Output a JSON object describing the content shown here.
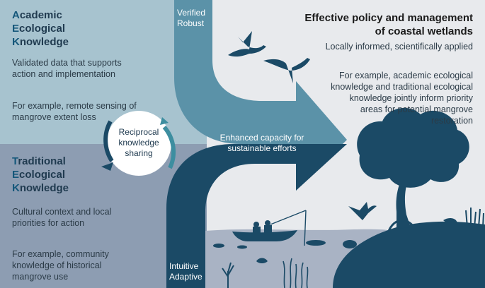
{
  "aek": {
    "title_line1_initial": "A",
    "title_line1_rest": "cademic",
    "title_line2_initial": "E",
    "title_line2_rest": "cological",
    "title_line3_initial": "K",
    "title_line3_rest": "nowledge",
    "text1_line1": "Validated data that supports",
    "text1_line2": "action and implementation",
    "text2_line1": "For example, remote sensing of",
    "text2_line2": "mangrove extent loss"
  },
  "tek": {
    "title_line1_initial": "T",
    "title_line1_rest": "raditional",
    "title_line2_initial": "E",
    "title_line2_rest": "cological",
    "title_line3_initial": "K",
    "title_line3_rest": "nowledge",
    "text1_line1": "Cultural context and local",
    "text1_line2": "priorities for action",
    "text2_line1": "For example, community",
    "text2_line2": "knowledge of historical",
    "text2_line3": "mangrove use"
  },
  "reciprocal": {
    "line1": "Reciprocal",
    "line2": "knowledge",
    "line3": "sharing"
  },
  "top_arrow": {
    "line1": "Verified",
    "line2": "Robust"
  },
  "bottom_arrow": {
    "line1": "Intuitive",
    "line2": "Adaptive"
  },
  "center": {
    "line1": "Enhanced capacity for",
    "line2": "sustainable efforts"
  },
  "policy": {
    "title_line1": "Effective policy and management",
    "title_line2": "of coastal wetlands",
    "subtitle": "Locally informed, scientifically applied",
    "example_line1": "For example, academic ecological",
    "example_line2": "knowledge and traditional ecological",
    "example_line3": "knowledge jointly inform priority",
    "example_line4": "areas for potential mangrove",
    "example_line5": "restoration"
  },
  "colors": {
    "aek_panel": "#a7c3cf",
    "tek_panel": "#8d9db2",
    "policy_panel": "#e8eaed",
    "top_arrow": "#5b92a8",
    "bottom_arrow": "#1b4a66",
    "water": "#a9b3c4",
    "dark_silhouette": "#1b4a66"
  }
}
